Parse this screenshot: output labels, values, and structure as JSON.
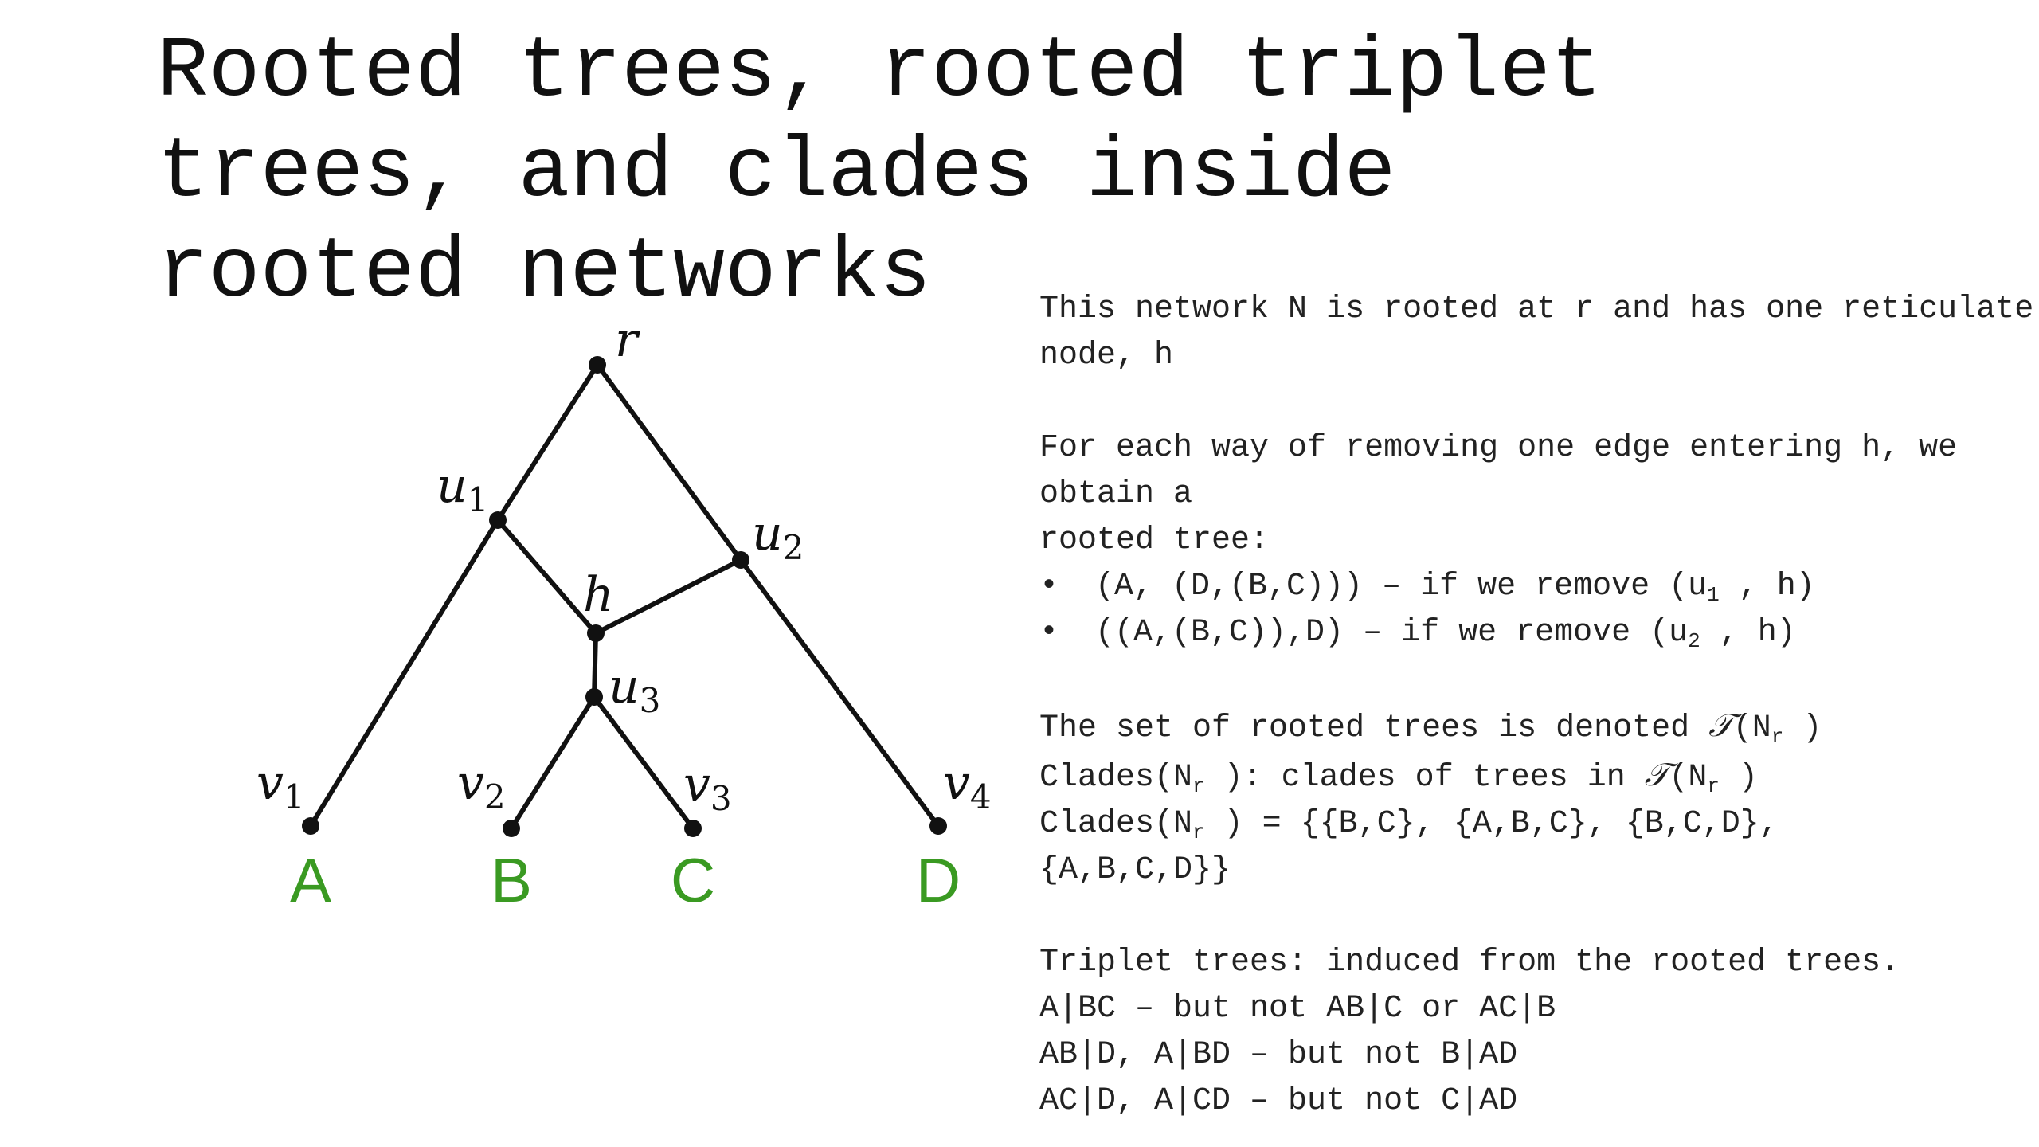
{
  "title": {
    "line1": "Rooted trees, rooted triplet",
    "line2": "trees, and clades inside",
    "line3": "rooted networks"
  },
  "network": {
    "node_labels": {
      "r": "r",
      "u1": "u",
      "u1_sub": "1",
      "u2": "u",
      "u2_sub": "2",
      "h": "h",
      "u3": "u",
      "u3_sub": "3",
      "v1": "v",
      "v1_sub": "1",
      "v2": "v",
      "v2_sub": "2",
      "v3": "v",
      "v3_sub": "3",
      "v4": "v",
      "v4_sub": "4"
    },
    "leaf_labels": [
      "A",
      "B",
      "C",
      "D"
    ],
    "colors": {
      "edge": "#111111",
      "leaf_label": "#3a9a22"
    }
  },
  "text": {
    "intro": "This network N is rooted at r and has one reticulate node, h",
    "removal_intro_1": "For each way of removing one edge entering h, we obtain a",
    "removal_intro_2": "rooted tree:",
    "bullets": [
      {
        "tree": "(A, (D,(B,C)))",
        "mid": " – if we remove (u",
        "sub": "1",
        "end": " , h)"
      },
      {
        "tree": "((A,(B,C)),D)",
        "mid": " – if we remove (u",
        "sub": "2",
        "end": " , h)"
      }
    ],
    "bullet_symbol": "•",
    "set_line": {
      "prefix": "The set of rooted trees is denoted ",
      "script": "𝒯",
      "open": "(N",
      "sub": "r",
      "close": " )"
    },
    "clades_def": {
      "prefix": "Clades(N",
      "sub": "r",
      "mid": " ): clades of trees in ",
      "script": "𝒯",
      "open": "(N",
      "sub2": "r",
      "close": " )"
    },
    "clades_value_1": {
      "prefix": "Clades(N",
      "sub": "r",
      "rest": " ) = {{B,C}, {A,B,C}, {B,C,D},"
    },
    "clades_value_2": "{A,B,C,D}}",
    "triplet_intro": "Triplet trees: induced from the rooted trees.",
    "triplets": [
      "A|BC – but not AB|C or AC|B",
      "AB|D, A|BD – but not B|AD",
      "AC|D, A|CD – but not C|AD"
    ]
  }
}
